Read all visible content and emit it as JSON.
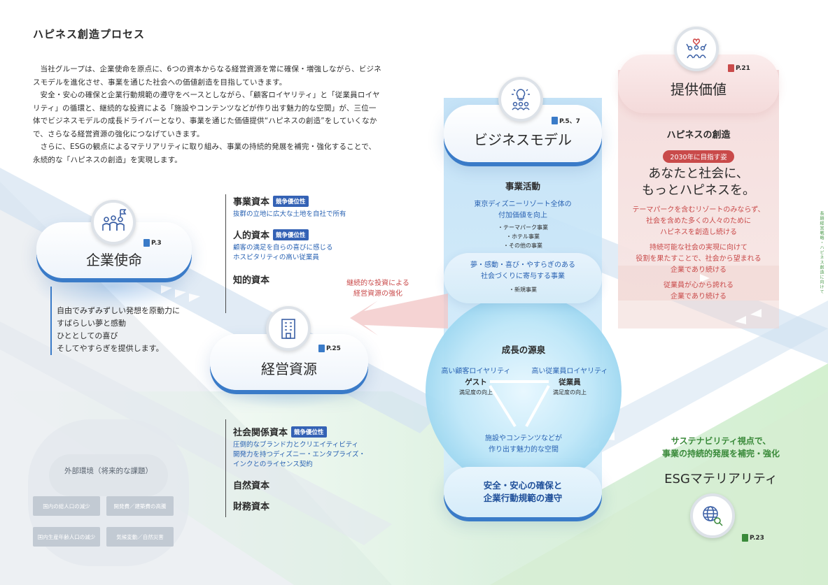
{
  "title": "ハピネス創造プロセス",
  "intro": [
    "当社グループは、企業使命を原点に、6つの資本からなる経営資源を常に確保・増強しながら、ビジネスモデルを進化させ、事業を通じた社会への価値創造を目指していきます。",
    "安全・安心の確保と企業行動規範の遵守をベースとしながら、「顧客ロイヤリティ」と「従業員ロイヤリティ」の循環と、継続的な投資による「施設やコンテンツなどが作り出す魅力的な空間」が、三位一体でビジネスモデルの成長ドライバーとなり、事業を通じた価値提供“ハピネスの創造”をしていくなかで、さらなる経営資源の強化につなげていきます。",
    "さらに、ESGの観点によるマテリアリティに取り組み、事業の持続的発展を補完・強化することで、永続的な「ハピネスの創造」を実現します。"
  ],
  "mission": {
    "label": "企業使命",
    "ref": "P.3",
    "icon": "people-with-flag-icon",
    "lines": [
      "自由でみずみずしい発想を原動力に",
      "すばらしい夢と感動",
      "ひととしての喜び",
      "そしてやすらぎを提供します。"
    ]
  },
  "resources": {
    "label": "経営資源",
    "ref": "P.25",
    "icon": "building-icon"
  },
  "capitals": [
    {
      "name": "事業資本",
      "badge": "競争優位性",
      "desc": [
        "抜群の立地に広大な土地を自社で所有"
      ]
    },
    {
      "name": "人的資本",
      "badge": "競争優位性",
      "desc": [
        "顧客の満足を自らの喜びに感じる",
        "ホスピタリティの高い従業員"
      ]
    },
    {
      "name": "知的資本",
      "badge": "",
      "desc": []
    },
    {
      "name": "社会関係資本",
      "badge": "競争優位性",
      "desc": [
        "圧倒的なブランド力とクリエイティビティ",
        "開発力を持つディズニー・エンタプライズ・",
        "インクとのライセンス契約"
      ]
    },
    {
      "name": "自然資本",
      "badge": "",
      "desc": []
    },
    {
      "name": "財務資本",
      "badge": "",
      "desc": []
    }
  ],
  "investment_note": [
    "継続的な投資による",
    "経営資源の強化"
  ],
  "business_model": {
    "label": "ビジネスモデル",
    "ref": "P.5、7",
    "icon": "lightbulb-audience-icon",
    "activity_title": "事業活動",
    "activity_blue": [
      "東京ディズニーリゾート全体の",
      "付加価値を向上"
    ],
    "activity_bullets": [
      "テーマパーク事業",
      "ホテル事業",
      "その他の事業"
    ],
    "new_blue": [
      "夢・感動・喜び・やすらぎのある",
      "社会づくりに寄与する事業"
    ],
    "new_bullets": [
      "新規事業"
    ]
  },
  "growth": {
    "title": "成長の源泉",
    "left_blue": "高い顧客ロイヤリティ",
    "left_bold": "ゲスト",
    "left_small": "満足度の向上",
    "right_blue": "高い従業員ロイヤリティ",
    "right_bold": "従業員",
    "right_small": "満足度の向上",
    "bottom_blue": [
      "施設やコンテンツなどが",
      "作り出す魅力的な空間"
    ]
  },
  "foundation": [
    "安全・安心の確保と",
    "企業行動規範の遵守"
  ],
  "value": {
    "label": "提供価値",
    "ref": "P.21",
    "icon": "cheering-people-heart-icon",
    "subtitle": "ハピネスの創造",
    "pill": "2030年に目指す姿",
    "headline": [
      "あなたと社会に、",
      "もっとハピネスを。"
    ],
    "points": [
      [
        "テーマパークを含むリゾートのみならず、",
        "社会を含めた多くの人々のために",
        "ハピネスを創造し続ける"
      ],
      [
        "持続可能な社会の実現に向けて",
        "役割を果たすことで、社会から望まれる",
        "企業であり続ける"
      ],
      [
        "従業員が心から誇れる",
        "企業であり続ける"
      ]
    ]
  },
  "sustainability": {
    "line1": "サステナビリティ視点で、",
    "line2": "事業の持続的発展を補完・強化",
    "label": "ESGマテリアリティ",
    "ref": "P.23",
    "icon": "globe-search-icon"
  },
  "external": {
    "title": "外部環境（将来的な課題）",
    "chips": [
      "国内の総人口の減少",
      "開発費／建築費の高騰",
      "国内生産年齢人口の減少",
      "気候変動／自然災害"
    ]
  },
  "sidenote": "長期経営戦略・ハピネス創造に向けて",
  "colors": {
    "blue": "#3a7bc8",
    "text_blue": "#2a63b3",
    "red": "#c94a4a",
    "green": "#3a8a3a"
  }
}
